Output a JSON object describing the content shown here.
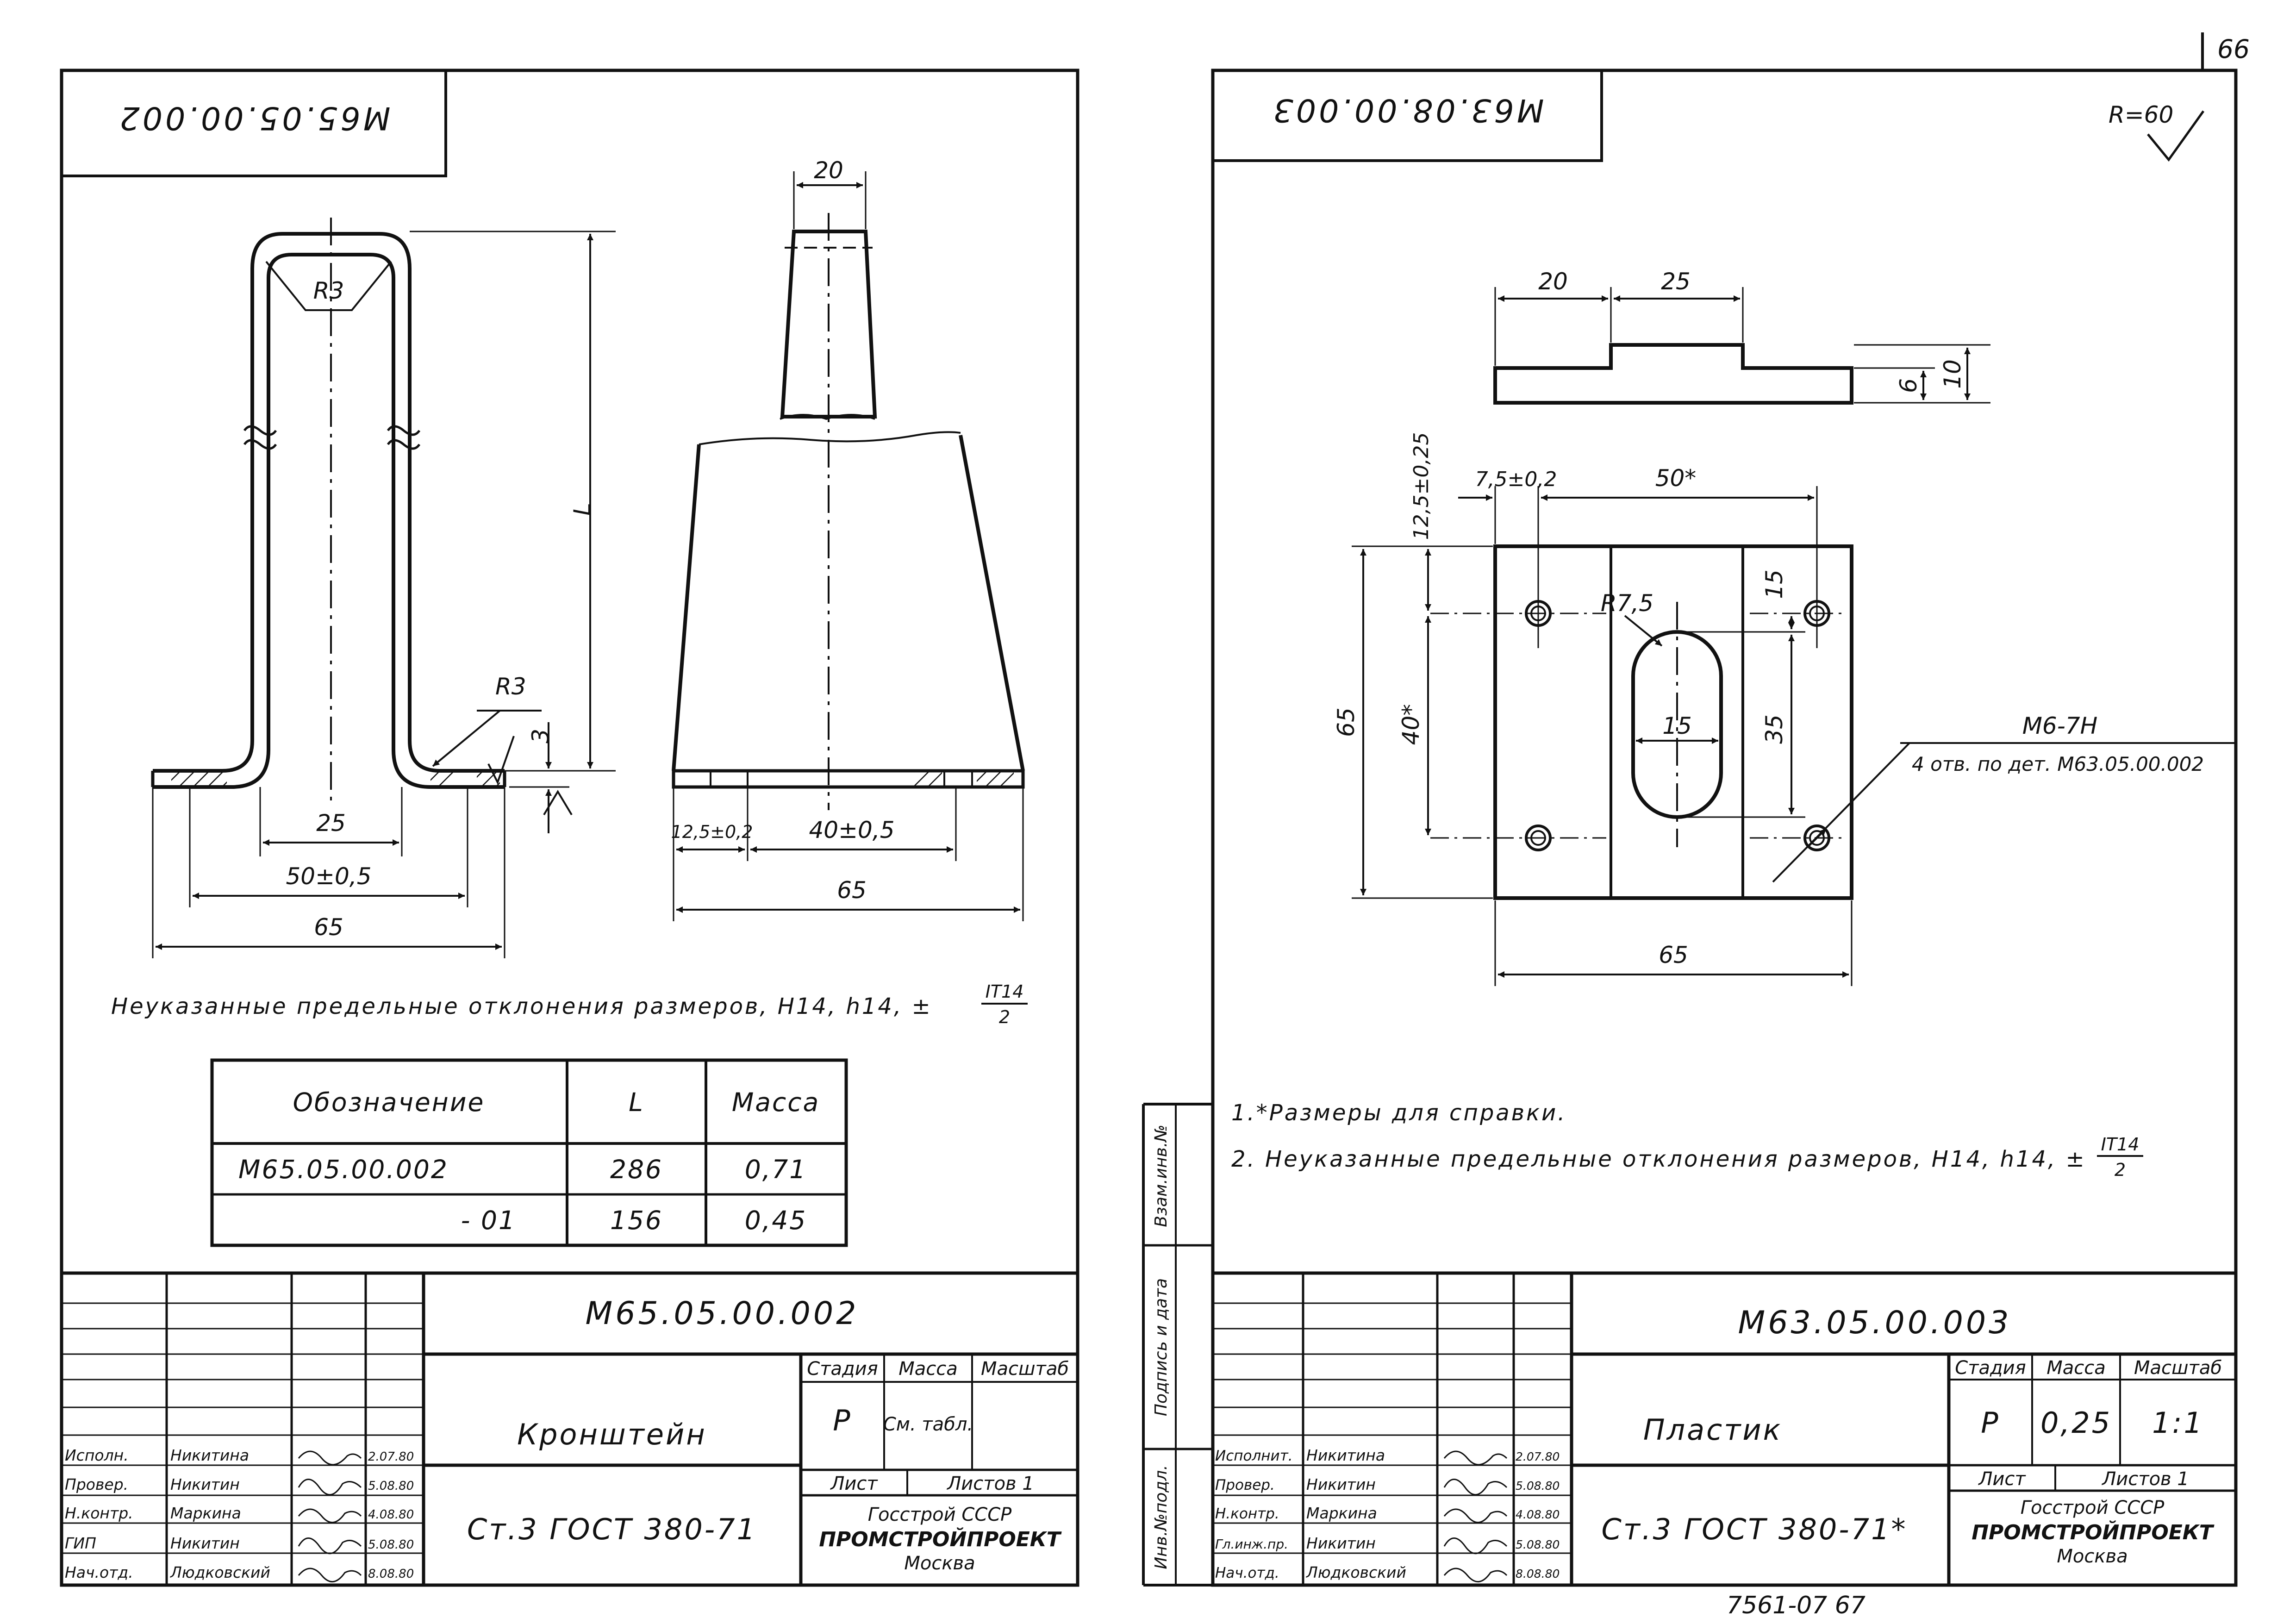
{
  "page_number": "66",
  "bottom_code": "7561-07  67",
  "left_sheet": {
    "top_designation": "М65.05.00.002",
    "dims": {
      "r3_top": "R3",
      "r3_bottom": "R3",
      "L": "L",
      "d20": "20",
      "d3": "3",
      "d25": "25",
      "d50": "50±0,5",
      "d65": "65",
      "d12": "12,5±0,2",
      "d40": "40±0,5",
      "d65b": "65"
    },
    "note_prefix": "Неуказанные предельные отклонения размеров, Н14, h14, ±",
    "note_frac_num": "IT14",
    "note_frac_den": "2",
    "table": {
      "headers": [
        "Обозначение",
        "L",
        "Масса"
      ],
      "rows": [
        [
          "М65.05.00.002",
          "286",
          "0,71"
        ],
        [
          "- 01",
          "156",
          "0,45"
        ]
      ]
    },
    "title_block": {
      "designation": "М65.05.00.002",
      "name": "Кронштейн",
      "material": "Ст.3 ГОСТ 380-71",
      "stage_label": "Стадия",
      "mass_label": "Масса",
      "scale_label": "Масштаб",
      "stage": "Р",
      "mass": "См. табл.",
      "scale": "",
      "sheet_label": "Лист",
      "sheets_label": "Листов 1",
      "org1": "Госстрой СССР",
      "org2": "ПРОМСТРОЙПРОЕКТ",
      "org3": "Москва",
      "people": [
        {
          "role": "Исполн.",
          "name": "Никитина",
          "date": "2.07.80"
        },
        {
          "role": "Провер.",
          "name": "Никитин",
          "date": "5.08.80"
        },
        {
          "role": "Н.контр.",
          "name": "Маркина",
          "date": "4.08.80"
        },
        {
          "role": "ГИП",
          "name": "Никитин",
          "date": "5.08.80"
        },
        {
          "role": "Нач.отд.",
          "name": "Людковский",
          "date": "8.08.80"
        }
      ]
    }
  },
  "right_sheet": {
    "top_designation": "М63.08.00.003",
    "roughness": "R=60",
    "dims": {
      "d20": "20",
      "d25": "25",
      "d6": "6",
      "d10": "10",
      "d12": "12,5±0,25",
      "d7": "7,5±0,2",
      "d50": "50*",
      "r7": "R7,5",
      "d15a": "15",
      "d15b": "15",
      "d35": "35",
      "d65v": "65",
      "d40": "40*",
      "d65h": "65",
      "thread": "М6-7Н",
      "holes": "4 отв. по дет. М63.05.00.002"
    },
    "notes": [
      "1.*Размеры для справки.",
      "2. Неуказанные предельные отклонения размеров, Н14, h14, ±"
    ],
    "note_frac_num": "IT14",
    "note_frac_den": "2",
    "side_labels": [
      "Взам.инв.№",
      "Подпись и дата",
      "Инв.№подл."
    ],
    "title_block": {
      "designation": "М63.05.00.003",
      "name": "Пластик",
      "material": "Ст.3 ГОСТ 380-71*",
      "stage_label": "Стадия",
      "mass_label": "Масса",
      "scale_label": "Масштаб",
      "stage": "Р",
      "mass": "0,25",
      "scale": "1:1",
      "sheet_label": "Лист",
      "sheets_label": "Листов 1",
      "org1": "Госстрой СССР",
      "org2": "ПРОМСТРОЙПРОЕКТ",
      "org3": "Москва",
      "people": [
        {
          "role": "Исполнит.",
          "name": "Никитина",
          "date": "2.07.80"
        },
        {
          "role": "Провер.",
          "name": "Никитин",
          "date": "5.08.80"
        },
        {
          "role": "Н.контр.",
          "name": "Маркина",
          "date": "4.08.80"
        },
        {
          "role": "Гл.инж.пр.",
          "name": "Никитин",
          "date": "5.08.80"
        },
        {
          "role": "Нач.отд.",
          "name": "Людковский",
          "date": "8.08.80"
        }
      ]
    }
  }
}
